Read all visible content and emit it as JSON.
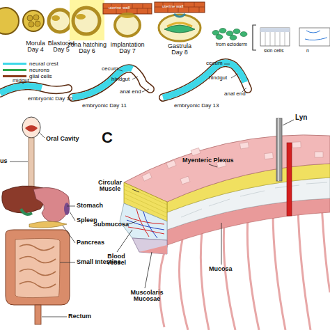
{
  "diagram": {
    "labels": [
      "Morula Day 4",
      "Blastocist Day 5",
      "zona hatching Day 6",
      "uterine wall",
      "uterine wall",
      "Implantation Day 7",
      "Gastrula Day 8",
      "from ectoderm",
      "skin cells",
      "n",
      "midgut",
      "embryonic Day 10",
      "cecum",
      "hindgut",
      "anal end",
      "embryonic Day 11",
      "cecum",
      "hindgut",
      "anal end",
      "embryonic Day 13",
      "Oral Cavity",
      "us",
      "Stomach",
      "Spleen",
      "Pancreas",
      "Small Intestine",
      "Rectum",
      "C",
      "Lyn",
      "Myenteric Plexus",
      "Circular Muscle",
      "Submucosa",
      "Blood Vessel",
      "Muscolaris Mucosae",
      "Mucosa"
    ],
    "legend": [
      {
        "text": "neural crest",
        "color": "#3ed8e8"
      },
      {
        "text": "neurons",
        "color": "#2fa84f"
      },
      {
        "text": "glial cells",
        "color": "#8b3a1a"
      }
    ]
  }
}
